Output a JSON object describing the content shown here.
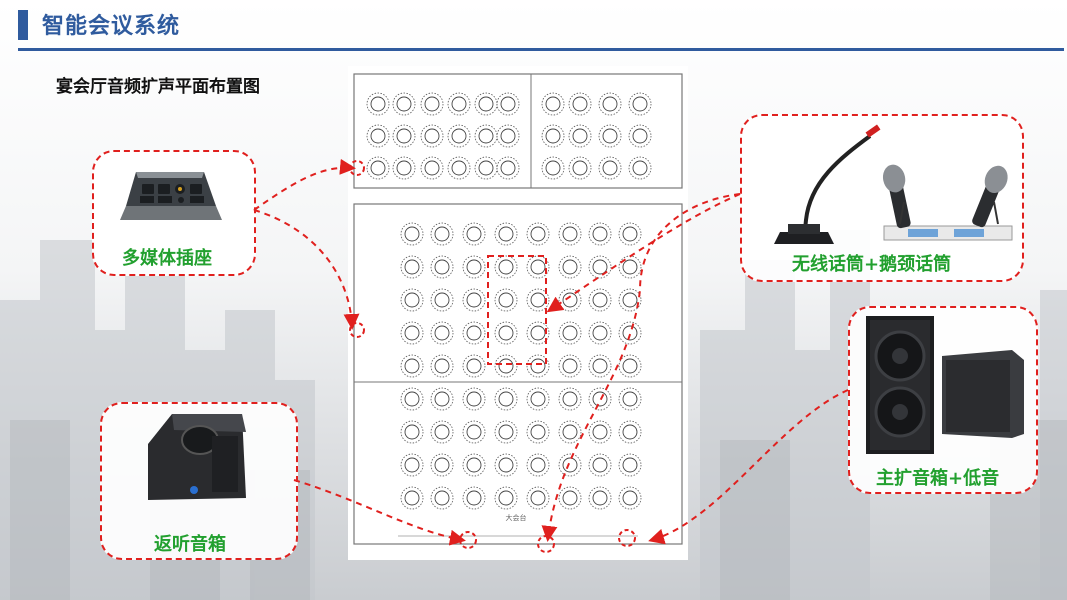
{
  "header": {
    "title": "智能会议系统"
  },
  "subtitle": "宴会厅音频扩声平面布置图",
  "callouts": {
    "multimedia": {
      "label": "多媒体插座",
      "icon": "multimedia-socket-icon"
    },
    "microphones": {
      "label": "无线话筒+鹅颈话筒",
      "icon": "microphone-icon"
    },
    "main_speakers": {
      "label": "主扩音箱+低音",
      "icon": "speaker-icon"
    },
    "monitor": {
      "label": "返听音箱",
      "icon": "monitor-speaker-icon"
    }
  },
  "floorplan": {
    "stage_label": "大会台"
  },
  "colors": {
    "accent": "#2f5b9e",
    "callout_border": "#e0201e",
    "label_green": "#22a02f"
  }
}
